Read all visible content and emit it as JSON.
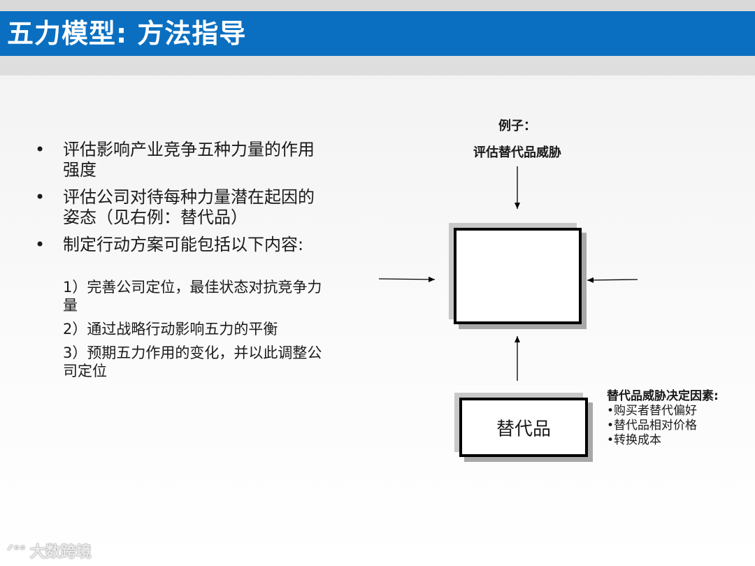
{
  "title": "五力模型: 方法指导",
  "bullets": [
    "评估影响产业竞争五种力量的作用强度",
    "评估公司对待每种力量潜在起因的姿态（见右例：替代品）",
    "制定行动方案可能包括以下内容:"
  ],
  "subitems": [
    "1）完善公司定位，最佳状态对抗竞争力量",
    "2）通过战略行动影响五力的平衡",
    "3）预期五力作用的变化，并以此调整公司定位"
  ],
  "diagram": {
    "example_label": "例子：",
    "example_subject": "评估替代品威胁",
    "substitute_box": "替代品"
  },
  "factors": {
    "title": "替代品威胁决定因素:",
    "items": [
      "•购买者替代偏好",
      "•替代品相对价格",
      "•转换成本"
    ]
  },
  "watermark": {
    "logo": "ᐟᐤᐤ",
    "text": "大数跨境"
  }
}
